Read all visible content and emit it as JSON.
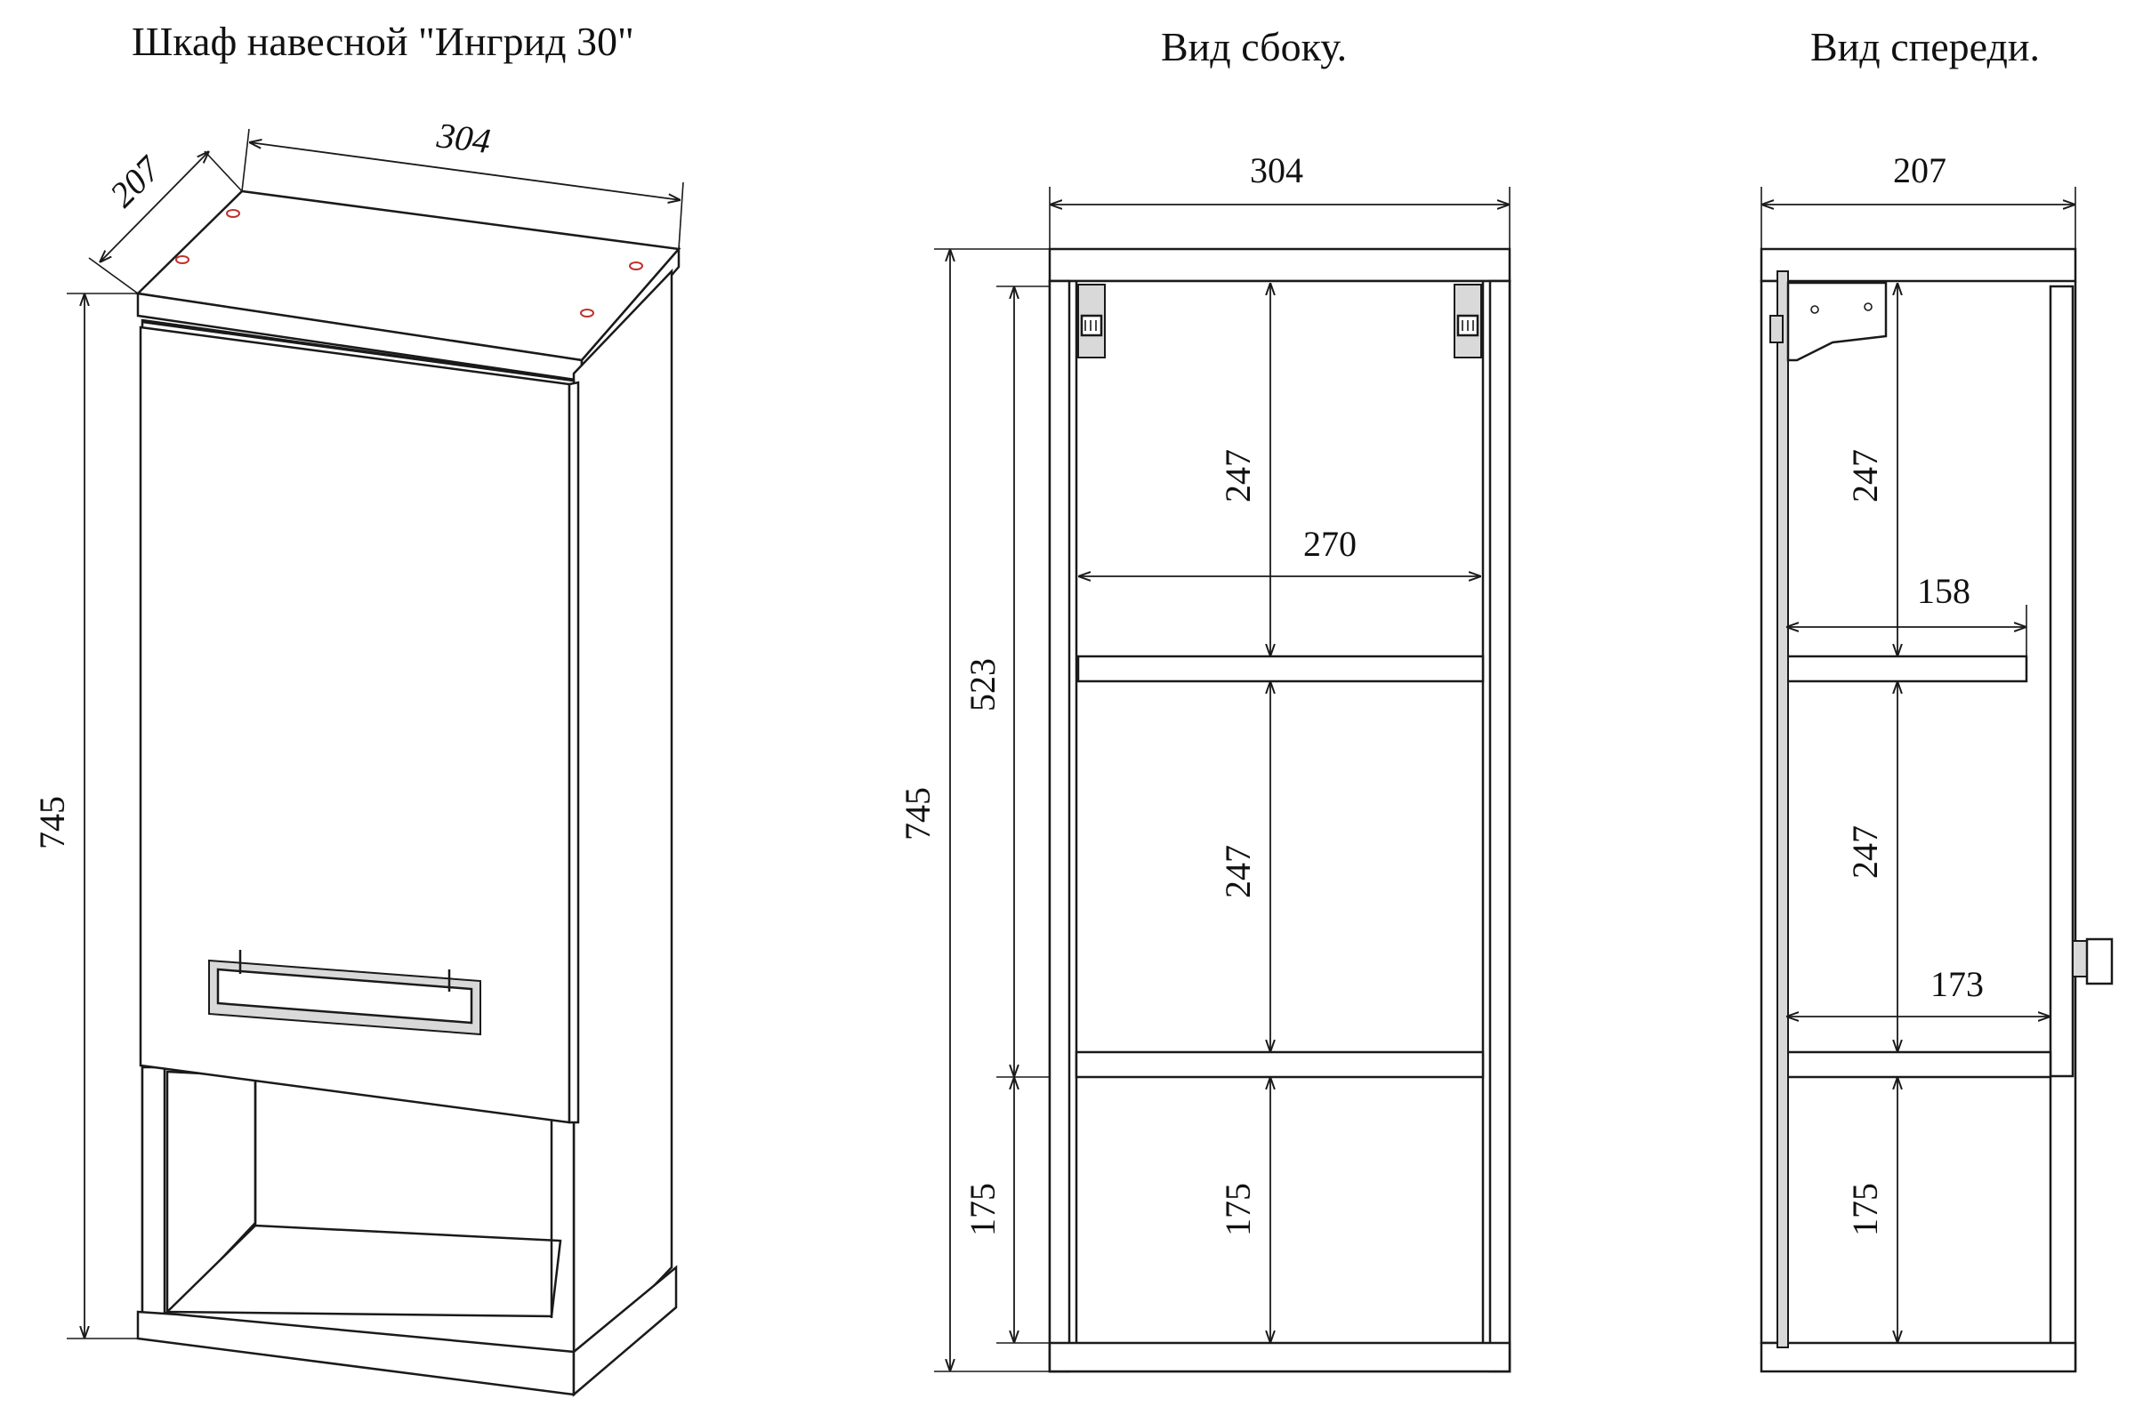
{
  "titles": {
    "main": "Шкаф навесной \"Ингрид 30\"",
    "side": "Вид сбоку.",
    "front": "Вид спереди."
  },
  "iso_dims": {
    "depth": "207",
    "width": "304",
    "height": "745"
  },
  "side_dims": {
    "width": "304",
    "inner_width": "270",
    "height": "745",
    "cabinet_height": "523",
    "niche_left": "175",
    "shelf_top": "247",
    "shelf_bottom": "247",
    "niche_inner": "175"
  },
  "front_dims": {
    "depth": "207",
    "shelf_depth": "158",
    "bottom_depth": "173",
    "shelf_top": "247",
    "shelf_bottom": "247",
    "niche": "175"
  },
  "colors": {
    "line": "#1a1a1a",
    "hardware": "#d9d9d9",
    "holes": "#c0302a"
  }
}
